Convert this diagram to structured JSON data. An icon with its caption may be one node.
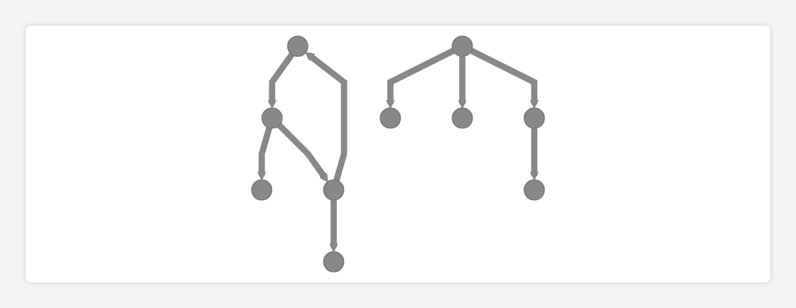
{
  "diagram": {
    "nodes": [
      {
        "text": [],
        "shape": "ellipse"
      },
      {
        "text": [],
        "shape": "ellipse"
      },
      {
        "text": [],
        "shape": "ellipse"
      },
      {
        "text": [],
        "shape": "ellipse"
      },
      {
        "text": [],
        "shape": "ellipse"
      },
      {
        "text": [],
        "shape": "ellipse"
      },
      {
        "text": [],
        "shape": "ellipse"
      },
      {
        "text": [],
        "shape": "ellipse"
      },
      {
        "text": [],
        "shape": "ellipse"
      },
      {
        "text": [],
        "shape": "ellipse"
      }
    ],
    "edges": [
      {
        "from": 2,
        "to": 0,
        "arrow": "to"
      },
      {
        "from": 1,
        "to": 2,
        "arrow": "to"
      },
      {
        "from": 2,
        "to": 4,
        "arrow": "to"
      },
      {
        "from": 4,
        "to": 3,
        "arrow": "to"
      },
      {
        "from": 4,
        "to": 1,
        "arrow": "to"
      },
      {
        "from": 5,
        "to": 6,
        "arrow": "to"
      },
      {
        "from": 5,
        "to": 8,
        "arrow": "to"
      },
      {
        "from": 5,
        "to": 7,
        "arrow": "to"
      },
      {
        "from": 7,
        "to": 9,
        "arrow": "to"
      }
    ]
  }
}
